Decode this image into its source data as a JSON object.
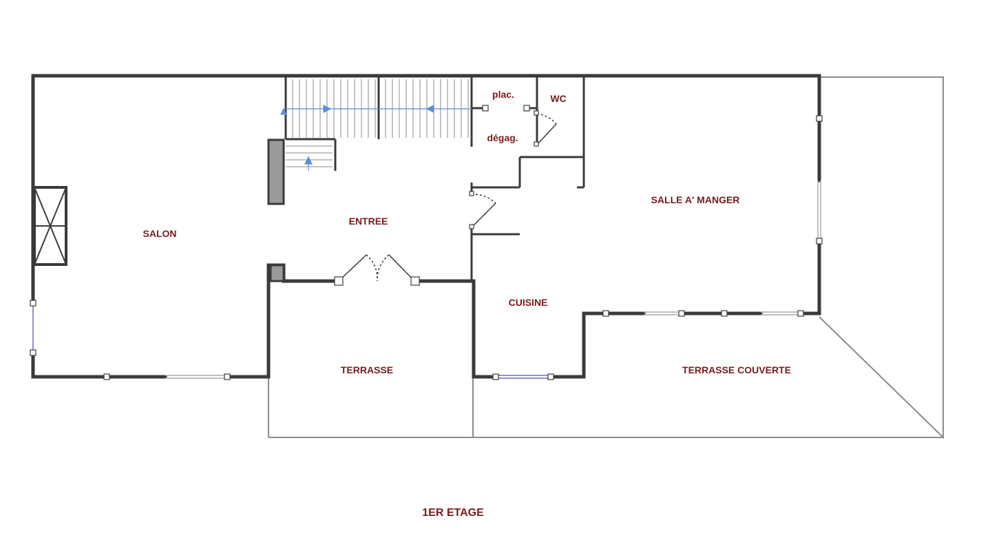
{
  "colors": {
    "label": "#7a1a1a",
    "wall": "#3a3a3a",
    "thin_line": "#8a8a8a",
    "stair_arrow": "#5b8ed6",
    "window": "#6a6acc"
  },
  "rooms": {
    "salon": "SALON",
    "entree": "ENTREE",
    "salle_a_manger": "SALLE A' MANGER",
    "cuisine": "CUISINE",
    "terrasse": "TERRASSE",
    "terrasse_couverte": "TERRASSE COUVERTE",
    "placard": "plac.",
    "wc": "WC",
    "degagement": "dégag."
  },
  "floor_title": "1ER ETAGE"
}
